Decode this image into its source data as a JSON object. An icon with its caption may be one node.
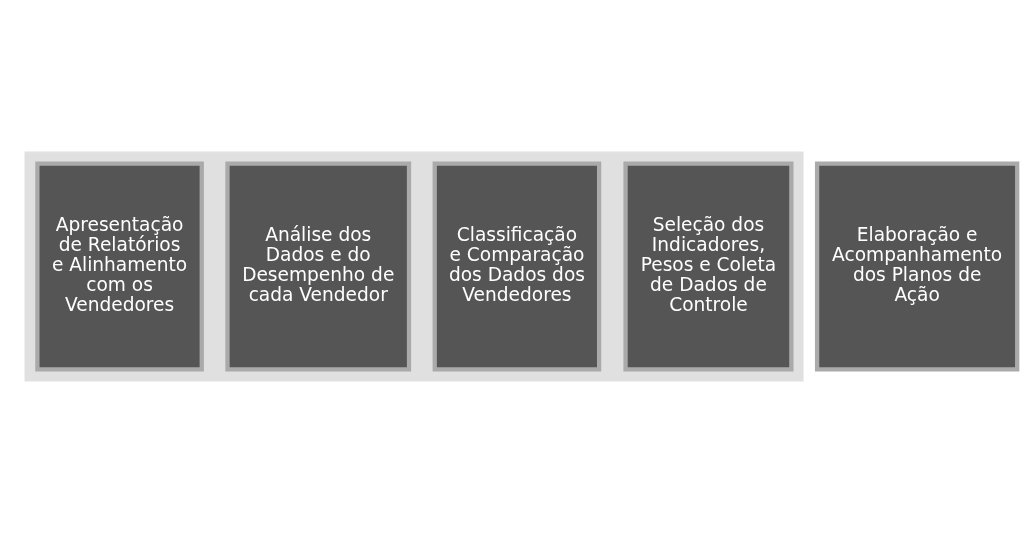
{
  "diagram": {
    "nodes": [
      {
        "text": [],
        "shape": "arrow"
      },
      {
        "text": [
          "Seleção dos Indicadores, Pesos e Coleta de Dados de Controle"
        ],
        "in": 0
      },
      {
        "text": [
          "Classificação e Comparação dos Dados dos Vendedores"
        ],
        "in": 0
      },
      {
        "text": [
          "Análise dos Dados e do Desempenho de cada Vendedor"
        ],
        "in": 0
      },
      {
        "text": [
          "Apresentação de Relatórios e Alinhamento com os Vendedores"
        ],
        "in": 0
      },
      {
        "text": [
          "Elaboração e Acompanhamento dos Planos de Ação"
        ]
      }
    ]
  }
}
